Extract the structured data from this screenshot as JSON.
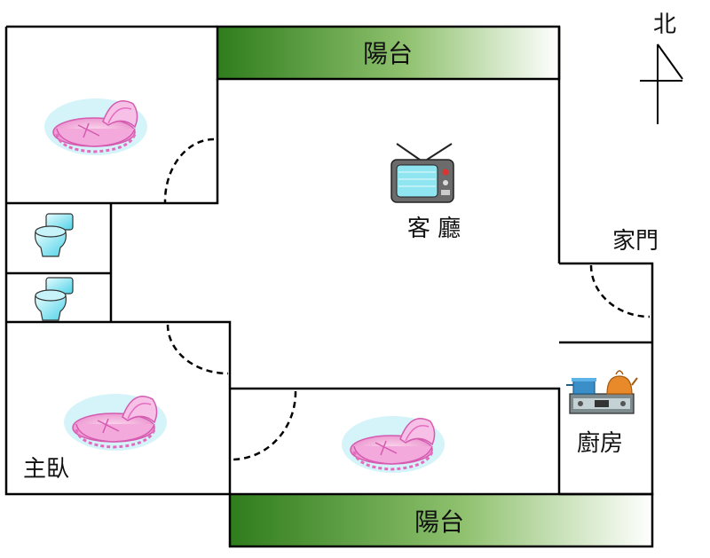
{
  "balconies": {
    "top": "陽台",
    "bottom": "陽台"
  },
  "rooms": {
    "living_room": "客 廳",
    "master_bedroom": "主臥",
    "kitchen": "廚房",
    "front_door": "家門"
  },
  "compass": {
    "north": "北"
  },
  "colors": {
    "balcony_dark": "#2f7d1c",
    "balcony_light": "#ffffff",
    "wall": "#000000"
  },
  "icons": [
    "bed-icon",
    "toilet-icon",
    "tv-icon",
    "stove-icon",
    "north-arrow-icon"
  ]
}
